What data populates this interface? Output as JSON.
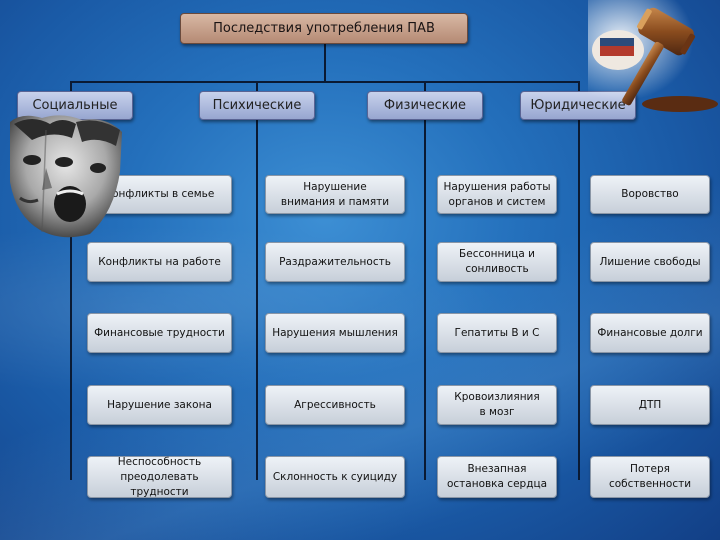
{
  "title": "Последствия употребления ПАВ",
  "categories": [
    {
      "label": "Социальные",
      "items": [
        "Конфликты в семье",
        "Конфликты на работе",
        "Финансовые трудности",
        "Нарушение закона",
        "Неспособность\nпреодолевать трудности"
      ]
    },
    {
      "label": "Психические",
      "items": [
        "Нарушение\nвнимания и памяти",
        "Раздражительность",
        "Нарушения мышления",
        "Агрессивность",
        "Склонность к суициду"
      ]
    },
    {
      "label": "Физические",
      "items": [
        "Нарушения работы\nорганов и систем",
        "Бессонница и\nсонливость",
        "Гепатиты В и С",
        "Кровоизлияния\nв мозг",
        "Внезапная\nостановка сердца"
      ]
    },
    {
      "label": "Юридические",
      "items": [
        "Воровство",
        "Лишение свободы",
        "Финансовые долги",
        "ДТП",
        "Потеря\nсобственности"
      ]
    }
  ],
  "images": {
    "faces": "screaming-faces-photo",
    "gavel": "judge-gavel-photo"
  },
  "colors": {
    "background": "#2470bc",
    "title_box": "#c9a08b",
    "category_box": "#aab6dc",
    "item_box": "#dde3eb",
    "connector": "#0a1a33"
  }
}
